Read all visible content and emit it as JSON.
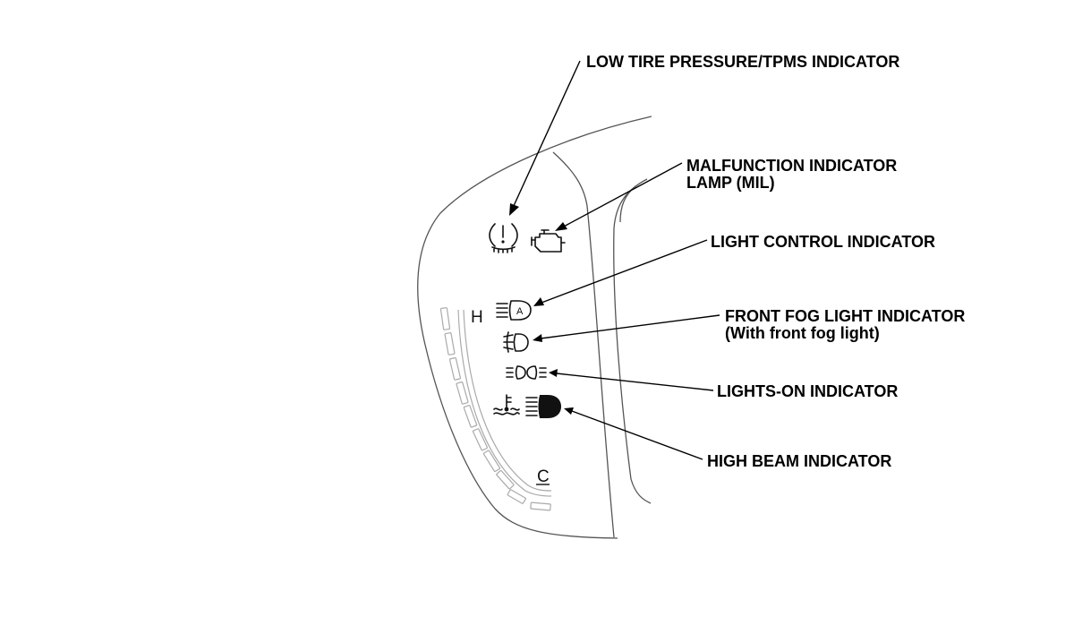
{
  "callouts": {
    "tpms": {
      "lines": [
        "LOW TIRE PRESSURE/TPMS INDICATOR"
      ],
      "icon": "tpms-warning-icon"
    },
    "mil": {
      "lines": [
        "MALFUNCTION INDICATOR",
        "LAMP (MIL)"
      ],
      "icon": "check-engine-icon"
    },
    "light_control": {
      "lines": [
        "LIGHT CONTROL INDICATOR"
      ],
      "icon": "auto-headlight-icon"
    },
    "front_fog": {
      "lines": [
        "FRONT FOG LIGHT INDICATOR",
        "(With front fog light)"
      ],
      "icon": "front-fog-light-icon"
    },
    "lights_on": {
      "lines": [
        "LIGHTS-ON INDICATOR"
      ],
      "icon": "lights-on-icon"
    },
    "high_beam": {
      "lines": [
        "HIGH BEAM INDICATOR"
      ],
      "icon": "high-beam-icon"
    }
  },
  "gauge": {
    "hot_label": "H",
    "cold_label": "C",
    "icon": "coolant-temperature-icon"
  }
}
